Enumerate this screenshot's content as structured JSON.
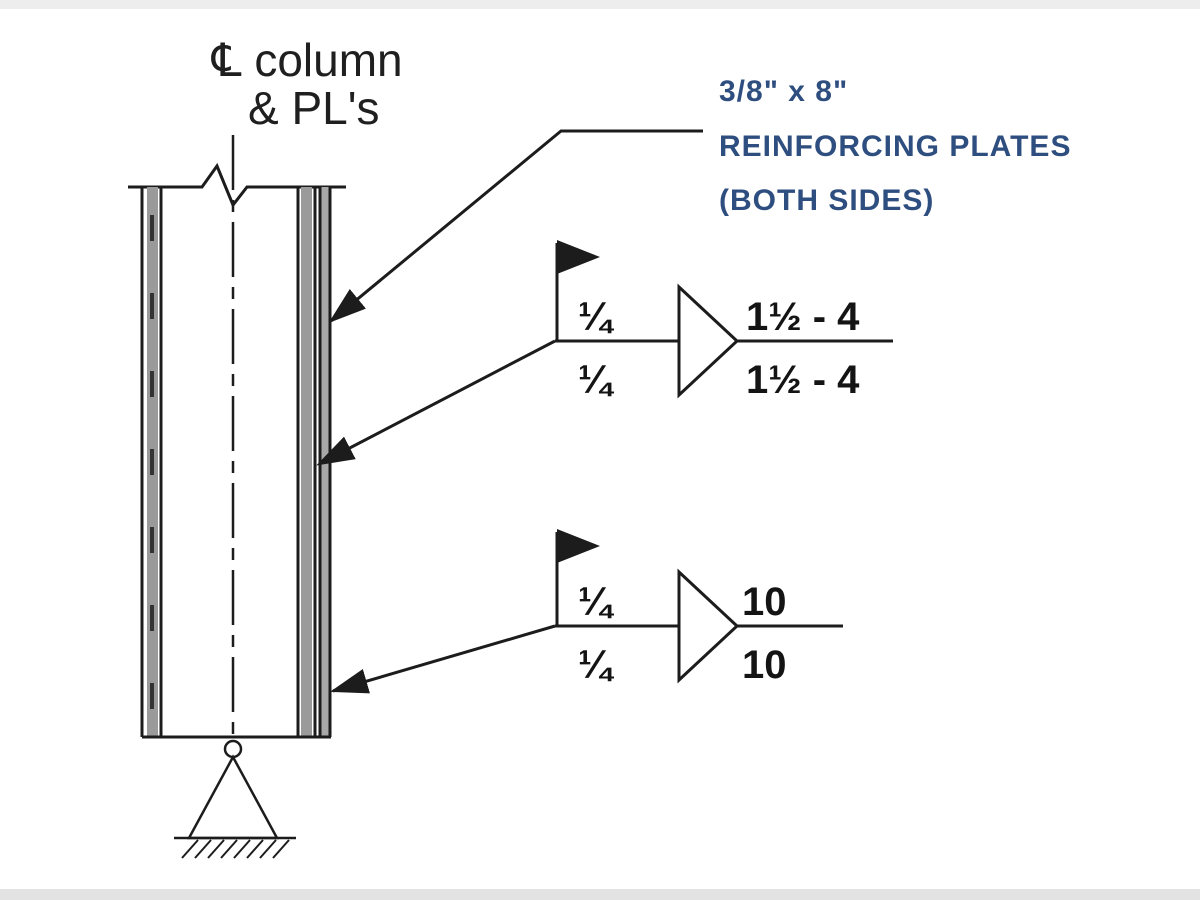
{
  "column_label": {
    "line1": "℄ column",
    "line2": "& PL's"
  },
  "reinforcing_note": {
    "line1": "3/8\" x 8\"",
    "line2": "REINFORCING PLATES",
    "line3": "(BOTH SIDES)"
  },
  "weld_upper": {
    "size_top": "¼",
    "size_bottom": "¼",
    "spec_top": "1½ - 4",
    "spec_bottom": "1½ - 4"
  },
  "weld_lower": {
    "size_top": "¼",
    "size_bottom": "¼",
    "spec_top": "10",
    "spec_bottom": "10"
  },
  "colors": {
    "line": "#1c1c1c",
    "plate_gray": "#9a9a9a",
    "note_blue": "#2f4e80"
  }
}
